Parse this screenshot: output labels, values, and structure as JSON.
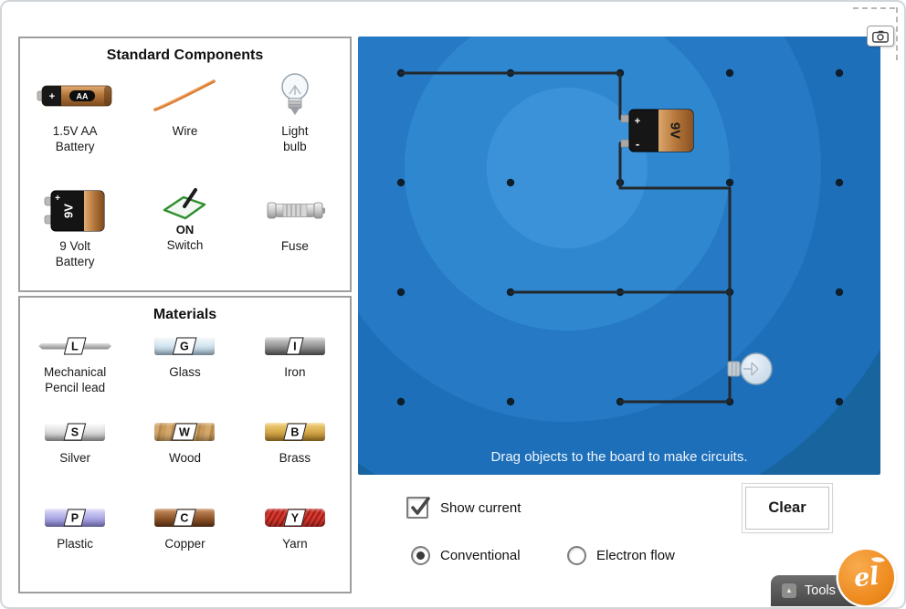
{
  "components_panel": {
    "title": "Standard Components",
    "items": [
      {
        "name": "aa-battery",
        "label": "1.5V AA Battery",
        "badge": "AA",
        "plus": "+"
      },
      {
        "name": "wire",
        "label": "Wire"
      },
      {
        "name": "light-bulb",
        "label": "Light bulb"
      },
      {
        "name": "nine-volt-battery",
        "label": "9 Volt Battery",
        "badge": "9V",
        "plus": "+"
      },
      {
        "name": "switch",
        "label": "Switch",
        "state": "ON"
      },
      {
        "name": "fuse",
        "label": "Fuse"
      }
    ]
  },
  "materials_panel": {
    "title": "Materials",
    "items": [
      {
        "name": "pencil-lead",
        "label": "Mechanical Pencil lead",
        "letter": "L",
        "color": "#9c9c9c"
      },
      {
        "name": "glass",
        "label": "Glass",
        "letter": "G",
        "color": "#dce9f2"
      },
      {
        "name": "iron",
        "label": "Iron",
        "letter": "I",
        "color": "#9a9a9a"
      },
      {
        "name": "silver",
        "label": "Silver",
        "letter": "S",
        "color": "#e9e9e9"
      },
      {
        "name": "wood",
        "label": "Wood",
        "letter": "W",
        "color": "#c59a5e"
      },
      {
        "name": "brass",
        "label": "Brass",
        "letter": "B",
        "color": "#dfb356"
      },
      {
        "name": "plastic",
        "label": "Plastic",
        "letter": "P",
        "color": "#bcb9ec"
      },
      {
        "name": "copper",
        "label": "Copper",
        "letter": "C",
        "color": "#a3653f"
      },
      {
        "name": "yarn",
        "label": "Yarn",
        "letter": "Y",
        "color": "#c62f27"
      }
    ]
  },
  "board": {
    "hint": "Drag objects to the board to make circuits.",
    "battery": {
      "label": "9V",
      "plus": "+",
      "minus": "-"
    },
    "colors": {
      "background_blue": "#2380c9",
      "wire": "#23282c",
      "peg": "#0e1f2b"
    }
  },
  "controls": {
    "show_current": {
      "label": "Show current",
      "checked": true
    },
    "clear_label": "Clear",
    "current_type": [
      {
        "label": "Conventional",
        "selected": true
      },
      {
        "label": "Electron flow",
        "selected": false
      }
    ]
  },
  "footer": {
    "tools_label": "Tools",
    "logo_text": "el"
  },
  "brand": {
    "logo_orange": "#ee8a1e",
    "wire_orange": "#d9813a"
  }
}
